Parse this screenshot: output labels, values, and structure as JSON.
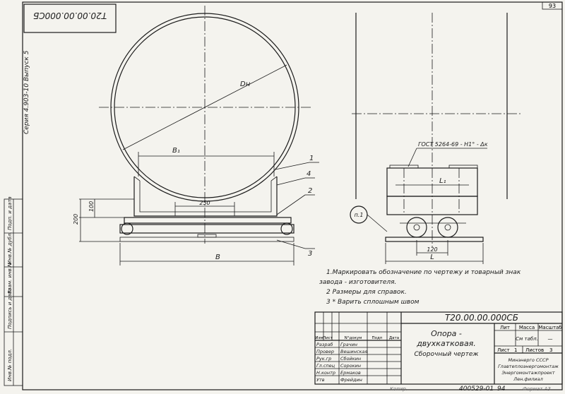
{
  "sheet": {
    "page_number": "93",
    "stamp_rotated": "Т20.00.00.000СБ",
    "series_label": "Серия 4.903-10  Выпуск 5",
    "side_columns": [
      "Инв.№ подл.",
      "Подпись и дата",
      "Взам. инв.№",
      "Инв.№ дубл.",
      "Подп. и дата"
    ],
    "copy_note": "Копир.",
    "format_note": "Формат А3",
    "doc_number": "400529-01",
    "doc_suffix": "94"
  },
  "drawing": {
    "dims": {
      "dn": "Dн",
      "b1": "B₁",
      "d250": "250",
      "d100": "100",
      "d200": "200",
      "b": "B",
      "l1": "L₁",
      "d120": "120",
      "l": "L"
    },
    "callouts": [
      "1",
      "4",
      "2",
      "3"
    ],
    "weld_note": "ГОСТ 5264-69 - Н1° - Δк",
    "detail_mark": "п.1"
  },
  "notes": [
    "1.Маркировать обозначение по чертежу и товарный знак",
    "завода - изготовителя.",
    "2 Размеры для справок.",
    "3 * Варить сплошным швом"
  ],
  "title_block": {
    "designation": "Т20.00.00.000СБ",
    "title_lines": [
      "Опора -",
      "двухкатковая.",
      "Сборочный чертеж"
    ],
    "headers": {
      "lit": "Лит",
      "mass": "Масса",
      "scale": "Масштаб",
      "sheet": "Лист",
      "sheets": "Листов",
      "sheet_no": "1",
      "sheets_no": "3",
      "mass_val": "См табл.",
      "scale_val": "—"
    },
    "col_headers": [
      "Изм",
      "Лист",
      "N°докум",
      "Подп",
      "Дата"
    ],
    "roles": [
      {
        "role": "Разраб",
        "name": "Грачин"
      },
      {
        "role": "Провер",
        "name": "Вешинская"
      },
      {
        "role": "Рук.гр",
        "name": "Сбойкин"
      },
      {
        "role": "Гл.спец",
        "name": "Сорокин"
      },
      {
        "role": "Н.контр",
        "name": "Ермаков"
      },
      {
        "role": "Утв",
        "name": "Фрейдин"
      }
    ],
    "organization": [
      "Минэнерго СССР",
      "Главтеплоэнергомонтаж",
      "Энергомонтажпроект",
      "Лен.филиал"
    ]
  }
}
